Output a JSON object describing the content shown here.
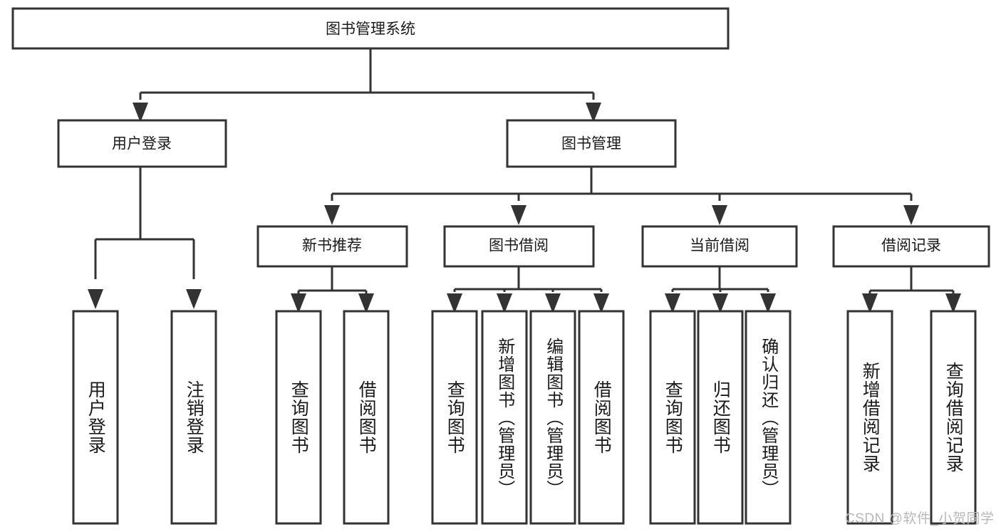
{
  "diagram": {
    "type": "tree-hierarchy",
    "title": "图书管理系统",
    "watermark": "CSDN @软件_小贺同学",
    "colors": {
      "stroke": "#333333",
      "fill": "#ffffff",
      "text": "#1a1a1a",
      "watermark": "#b8b8b8",
      "background": "#ffffff"
    },
    "levels": {
      "root": {
        "label": "图书管理系统",
        "orientation": "horizontal"
      },
      "level2": [
        {
          "label": "用户登录",
          "orientation": "horizontal"
        },
        {
          "label": "图书管理",
          "orientation": "horizontal"
        }
      ],
      "level3": [
        {
          "label": "新书推荐",
          "orientation": "horizontal"
        },
        {
          "label": "图书借阅",
          "orientation": "horizontal"
        },
        {
          "label": "当前借阅",
          "orientation": "horizontal"
        },
        {
          "label": "借阅记录",
          "orientation": "horizontal"
        }
      ],
      "leaves": [
        {
          "label": "用户登录",
          "orientation": "vertical",
          "parent": "用户登录"
        },
        {
          "label": "注销登录",
          "orientation": "vertical",
          "parent": "用户登录"
        },
        {
          "label": "查询图书",
          "orientation": "vertical",
          "parent": "新书推荐"
        },
        {
          "label": "借阅图书",
          "orientation": "vertical",
          "parent": "新书推荐"
        },
        {
          "label": "查询图书",
          "orientation": "vertical",
          "parent": "图书借阅"
        },
        {
          "label": "新增图书（管理员）",
          "orientation": "vertical",
          "parent": "图书借阅"
        },
        {
          "label": "编辑图书（管理员）",
          "orientation": "vertical",
          "parent": "图书借阅"
        },
        {
          "label": "借阅图书",
          "orientation": "vertical",
          "parent": "图书借阅"
        },
        {
          "label": "查询图书",
          "orientation": "vertical",
          "parent": "当前借阅"
        },
        {
          "label": "归还图书",
          "orientation": "vertical",
          "parent": "当前借阅"
        },
        {
          "label": "确认归还（管理员）",
          "orientation": "vertical",
          "parent": "当前借阅"
        },
        {
          "label": "新增借阅记录",
          "orientation": "vertical",
          "parent": "借阅记录"
        },
        {
          "label": "查询借阅记录",
          "orientation": "vertical",
          "parent": "借阅记录"
        }
      ]
    }
  }
}
